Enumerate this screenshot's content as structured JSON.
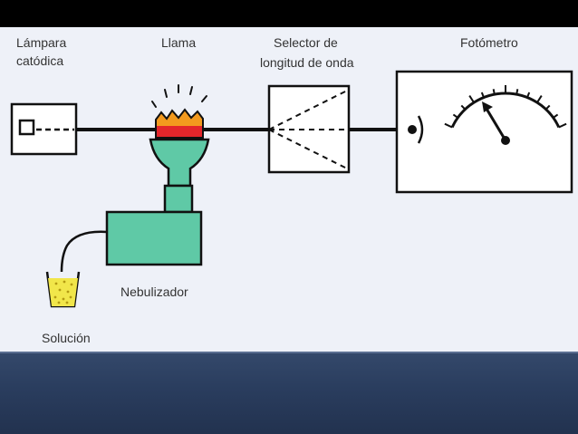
{
  "labels": {
    "lamp": [
      "Lámpara",
      "catódica"
    ],
    "flame": "Llama",
    "selector": [
      "Selector de",
      "longitud de onda"
    ],
    "photometer": "Fotómetro",
    "nebulizer": "Nebulizador",
    "solution": "Solución"
  },
  "colors": {
    "background": "#eef1f8",
    "stroke": "#111111",
    "nebulizer_fill": "#5fc9a6",
    "flame_outer": "#f39a1e",
    "flame_inner": "#e3262b",
    "solution_fill": "#f1e64a",
    "bottom_band": "#2b3e60"
  }
}
